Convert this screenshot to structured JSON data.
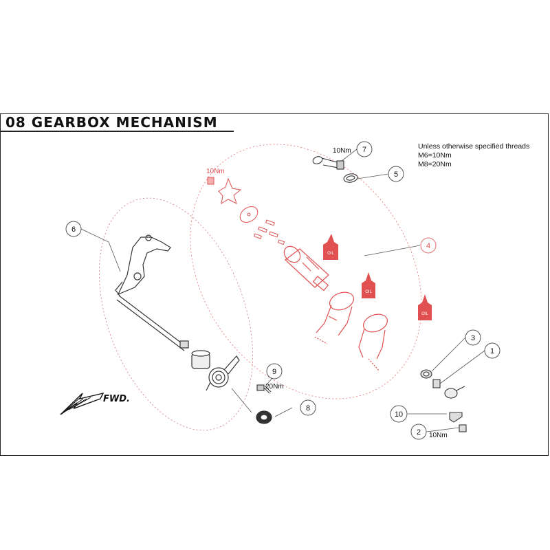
{
  "title": "08 GEARBOX MECHANISM",
  "notes": [
    "Unless otherwise specified threads",
    "M6=10Nm",
    "M8=20Nm"
  ],
  "callouts": {
    "c1": "1",
    "c2": "2",
    "c3": "3",
    "c4": "4",
    "c5": "5",
    "c6": "6",
    "c7": "7",
    "c8": "8",
    "c9": "9",
    "c10": "10"
  },
  "torques": {
    "t7": "10Nm",
    "t_red": "10Nm",
    "t9": "20Nm",
    "t2": "10Nm"
  },
  "oil_label": "OIL",
  "fwd_label": "FWD.",
  "colors": {
    "accent_red": "#e05050",
    "line": "#333333"
  }
}
